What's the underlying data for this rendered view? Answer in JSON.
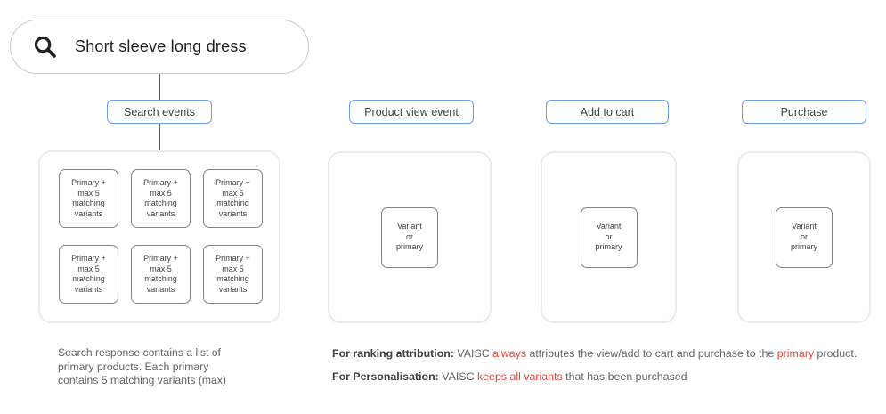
{
  "search_bar": {
    "query": "Short sleeve long dress",
    "icon": "search-icon"
  },
  "events": [
    {
      "label": "Search events",
      "boxes": [
        "Primary +\nmax 5\nmatching\nvariants",
        "Primary +\nmax 5\nmatching\nvariants",
        "Primary +\nmax 5\nmatching\nvariants",
        "Primary +\nmax 5\nmatching\nvariants",
        "Primary +\nmax 5\nmatching\nvariants",
        "Primary +\nmax 5\nmatching\nvariants"
      ]
    },
    {
      "label": "Product view event",
      "boxes": [
        "Variant\nor\nprimary"
      ]
    },
    {
      "label": "Add to cart",
      "boxes": [
        "Variant\nor\nprimary"
      ]
    },
    {
      "label": "Purchase",
      "boxes": [
        "Variant\nor\nprimary"
      ]
    }
  ],
  "notes": {
    "search_note": "Search response contains a list of\nprimary products. Each primary\ncontains 5 matching variants (max)",
    "ranking_attribution": {
      "segments": [
        {
          "text": "For ranking attribution:",
          "style": "bold"
        },
        {
          "text": " VAISC ",
          "style": "gray"
        },
        {
          "text": "always",
          "style": "red"
        },
        {
          "text": " attributes the view/add to cart and purchase to the ",
          "style": "gray"
        },
        {
          "text": "primary",
          "style": "red"
        },
        {
          "text": " product.",
          "style": "gray"
        }
      ]
    },
    "personalisation": {
      "segments": [
        {
          "text": "For Personalisation:",
          "style": "bold"
        },
        {
          "text": " VAISC ",
          "style": "gray"
        },
        {
          "text": "keeps all variants",
          "style": "red"
        },
        {
          "text": " that has been purchased",
          "style": "gray"
        }
      ]
    }
  },
  "colors": {
    "accent_blue": "#669df6",
    "alert_red": "#ea4335",
    "text_dark": "#3c4043",
    "text_gray": "#5f6368",
    "container_border": "#ebebeb",
    "box_border": "#80868b"
  }
}
